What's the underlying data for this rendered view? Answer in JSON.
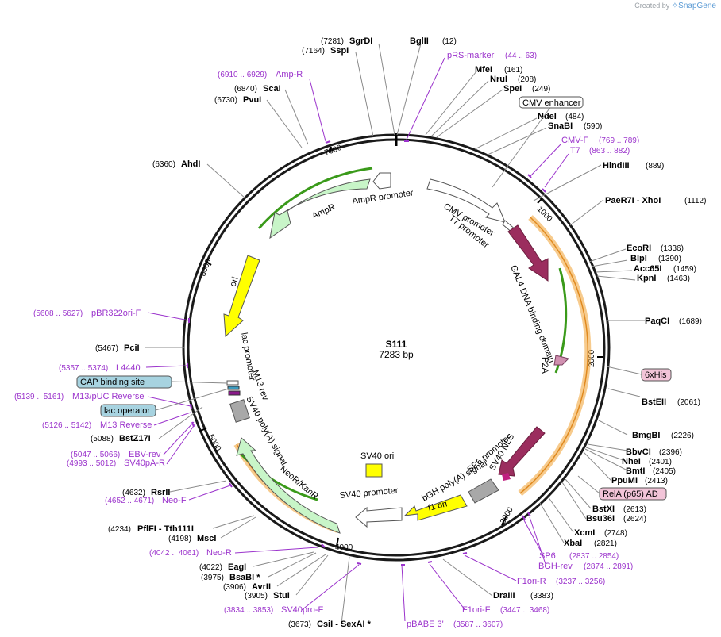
{
  "credit": {
    "prefix": "Created by",
    "brand": "SnapGene"
  },
  "plasmid": {
    "name": "S111",
    "length_label": "7283 bp"
  },
  "ticks": [
    "1000",
    "2000",
    "3000",
    "4000",
    "5000",
    "6000",
    "7000"
  ],
  "enzymes_right": [
    {
      "name": "BglII",
      "pos": "(12)"
    },
    {
      "name": "MfeI",
      "pos": "(161)"
    },
    {
      "name": "NruI",
      "pos": "(208)"
    },
    {
      "name": "SpeI",
      "pos": "(249)"
    },
    {
      "name": "NdeI",
      "pos": "(484)"
    },
    {
      "name": "SnaBI",
      "pos": "(590)"
    },
    {
      "name": "HindIII",
      "pos": "(889)"
    },
    {
      "name": "PaeR7I - XhoI",
      "pos": "(1112)"
    },
    {
      "name": "EcoRI",
      "pos": "(1336)"
    },
    {
      "name": "BlpI",
      "pos": "(1390)"
    },
    {
      "name": "Acc65I",
      "pos": "(1459)"
    },
    {
      "name": "KpnI",
      "pos": "(1463)"
    },
    {
      "name": "PaqCI",
      "pos": "(1689)"
    },
    {
      "name": "BstEII",
      "pos": "(2061)"
    },
    {
      "name": "BmgBI",
      "pos": "(2226)"
    },
    {
      "name": "BbvCI",
      "pos": "(2396)"
    },
    {
      "name": "NheI",
      "pos": "(2401)"
    },
    {
      "name": "BmtI",
      "pos": "(2405)"
    },
    {
      "name": "PpuMI",
      "pos": "(2413)"
    },
    {
      "name": "BstXI",
      "pos": "(2613)"
    },
    {
      "name": "Bsu36I",
      "pos": "(2624)"
    },
    {
      "name": "XcmI",
      "pos": "(2748)"
    },
    {
      "name": "XbaI",
      "pos": "(2821)"
    },
    {
      "name": "DraIII",
      "pos": "(3383)"
    }
  ],
  "enzymes_left": [
    {
      "name": "SgrDI",
      "pos": "(7281)"
    },
    {
      "name": "SspI",
      "pos": "(7164)"
    },
    {
      "name": "ScaI",
      "pos": "(6840)"
    },
    {
      "name": "PvuI",
      "pos": "(6730)"
    },
    {
      "name": "AhdI",
      "pos": "(6360)"
    },
    {
      "name": "PciI",
      "pos": "(5467)"
    },
    {
      "name": "BstZ17I",
      "pos": "(5088)"
    },
    {
      "name": "RsrII",
      "pos": "(4632)"
    },
    {
      "name": "PflFI - Tth111I",
      "pos": "(4234)"
    },
    {
      "name": "MscI",
      "pos": "(4198)"
    },
    {
      "name": "EagI",
      "pos": "(4022)"
    },
    {
      "name": "BsaBI *",
      "pos": "(3975)"
    },
    {
      "name": "AvrII",
      "pos": "(3906)"
    },
    {
      "name": "StuI",
      "pos": "(3905)"
    },
    {
      "name": "CsiI - SexAI *",
      "pos": "(3673)"
    }
  ],
  "primers": [
    {
      "name": "pRS-marker",
      "pos": "(44 .. 63)"
    },
    {
      "name": "Amp-R",
      "pos": "(6910 .. 6929)"
    },
    {
      "name": "CMV-F",
      "pos": "(769 .. 789)"
    },
    {
      "name": "T7",
      "pos": "(863 .. 882)"
    },
    {
      "name": "pBR322ori-F",
      "pos": "(5608 .. 5627)"
    },
    {
      "name": "L4440",
      "pos": "(5357 .. 5374)"
    },
    {
      "name": "M13/pUC Reverse",
      "pos": "(5139 .. 5161)"
    },
    {
      "name": "M13 Reverse",
      "pos": "(5126 .. 5142)"
    },
    {
      "name": "EBV-rev",
      "pos": "(5047 .. 5066)"
    },
    {
      "name": "SV40pA-R",
      "pos": "(4993 .. 5012)"
    },
    {
      "name": "Neo-F",
      "pos": "(4652 .. 4671)"
    },
    {
      "name": "Neo-R",
      "pos": "(4042 .. 4061)"
    },
    {
      "name": "SV40pro-F",
      "pos": "(3834 .. 3853)"
    },
    {
      "name": "pBABE 3'",
      "pos": "(3587 .. 3607)"
    },
    {
      "name": "F1ori-F",
      "pos": "(3447 .. 3468)"
    },
    {
      "name": "F1ori-R",
      "pos": "(3237 .. 3256)"
    },
    {
      "name": "SP6",
      "pos": "(2837 .. 2854)"
    },
    {
      "name": "BGH-rev",
      "pos": "(2874 .. 2891)"
    }
  ],
  "boxed_features": [
    {
      "name": "CMV enhancer"
    },
    {
      "name": "6xHis"
    },
    {
      "name": "RelA (p65) AD"
    },
    {
      "name": "CAP binding site"
    },
    {
      "name": "lac operator"
    }
  ],
  "features": [
    {
      "name": "AmpR"
    },
    {
      "name": "AmpR promoter"
    },
    {
      "name": "CMV promoter"
    },
    {
      "name": "T7 promoter"
    },
    {
      "name": "GAL4 DNA binding domain"
    },
    {
      "name": "P2A"
    },
    {
      "name": "SV40 NLS"
    },
    {
      "name": "SP6 promoter"
    },
    {
      "name": "bGH poly(A) signal"
    },
    {
      "name": "f1 ori"
    },
    {
      "name": "SV40 promoter"
    },
    {
      "name": "SV40 ori"
    },
    {
      "name": "NeoR/KanR"
    },
    {
      "name": "SV40 poly(A) signal"
    },
    {
      "name": "M13 rev"
    },
    {
      "name": "lac promoter"
    },
    {
      "name": "ori"
    }
  ],
  "colors": {
    "backbone": "#1a1a1a",
    "primer": "#9b33cc",
    "ampr_fill": "#c8f5c8",
    "ori_fill": "#ffff00",
    "gal4_fill": "#9b2d5e",
    "orf_outline_green": "#3a9a1a",
    "orf_outline_orange": "#f0a030",
    "box_teal": "#a7d3e0",
    "box_pink": "#f2c4d8"
  }
}
